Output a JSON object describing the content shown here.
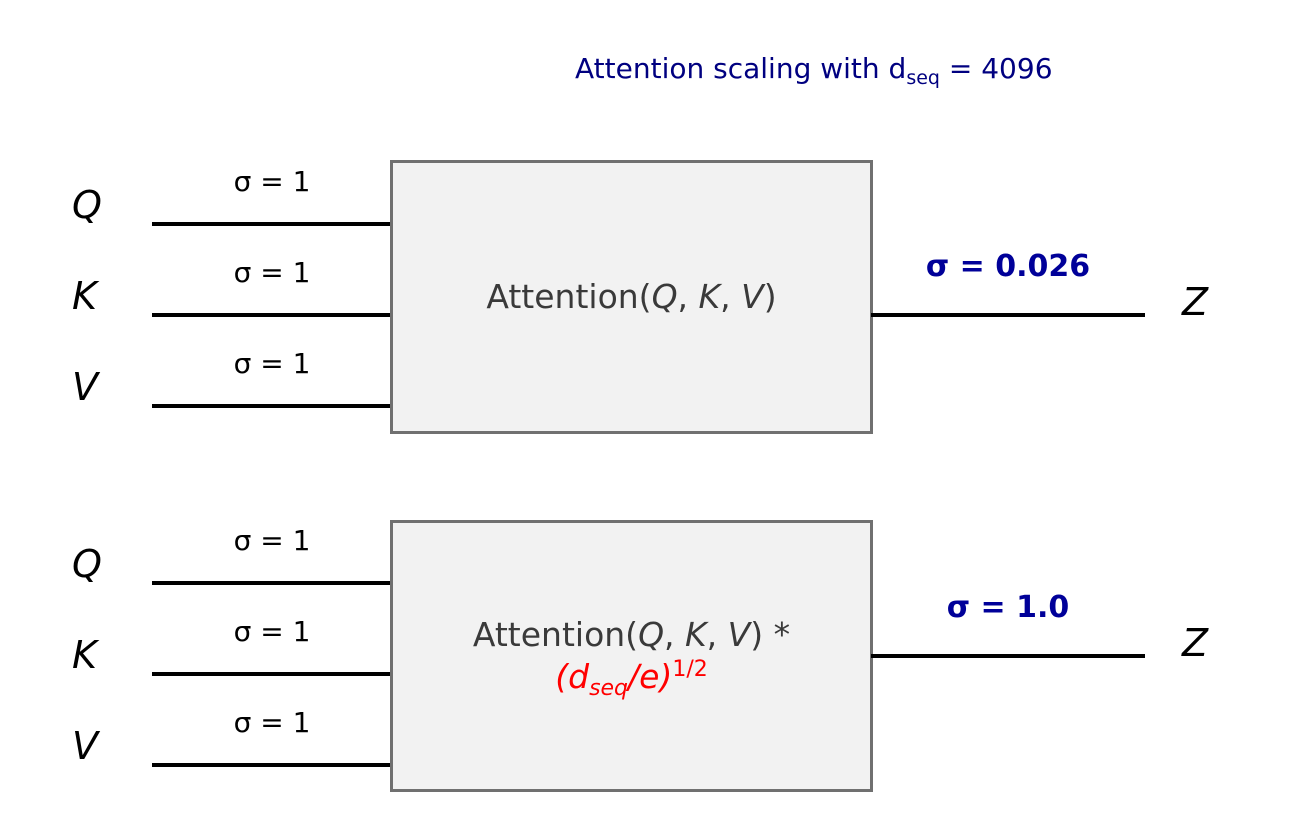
{
  "figure": {
    "title_prefix": "Attention scaling with d",
    "title_subscript": "seq",
    "title_suffix": " = 4096",
    "title_color": "#000080",
    "background": "#ffffff"
  },
  "colors": {
    "title_blue": "#000080",
    "output_blue": "#000099",
    "formula_red": "#ff0000",
    "box_fill": "#f2f2f2",
    "box_border": "#707070",
    "box_text": "#3a3a3a",
    "wire": "#000000"
  },
  "blocks": [
    {
      "id": "unscaled-attention",
      "box": {
        "line1_prefix": "Attention(",
        "line1_q": "Q",
        "line1_sep1": ", ",
        "line1_k": "K",
        "line1_sep2": ", ",
        "line1_v": "V",
        "line1_suffix": ")"
      },
      "inputs": [
        {
          "label": "Q",
          "sigma": "σ = 1"
        },
        {
          "label": "K",
          "sigma": "σ = 1"
        },
        {
          "label": "V",
          "sigma": "σ = 1"
        }
      ],
      "output": {
        "label": "Z",
        "sigma": "σ = 0.026"
      }
    },
    {
      "id": "scaled-attention",
      "box": {
        "line1_prefix": "Attention(",
        "line1_q": "Q",
        "line1_sep1": ", ",
        "line1_k": "K",
        "line1_sep2": ", ",
        "line1_v": "V",
        "line1_suffix": ") *",
        "line2_open": "(d",
        "line2_sub": "seq",
        "line2_mid": "/e)",
        "line2_sup": "1/2"
      },
      "inputs": [
        {
          "label": "Q",
          "sigma": "σ = 1"
        },
        {
          "label": "K",
          "sigma": "σ = 1"
        },
        {
          "label": "V",
          "sigma": "σ = 1"
        }
      ],
      "output": {
        "label": "Z",
        "sigma": "σ = 1.0"
      }
    }
  ]
}
